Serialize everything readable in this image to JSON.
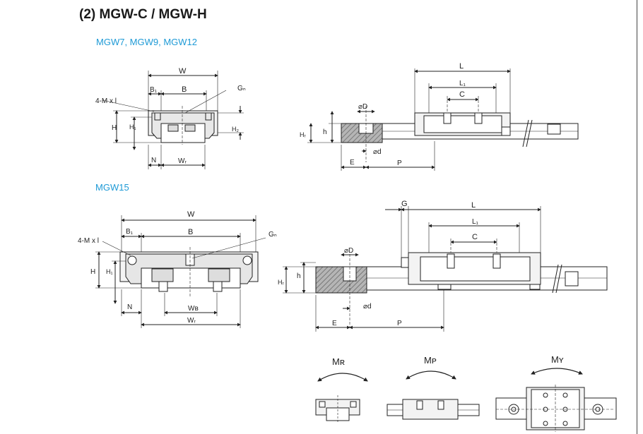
{
  "title": "(2) MGW-C / MGW-H",
  "section1": {
    "subtitle": "MGW7, MGW9, MGW12"
  },
  "section2": {
    "subtitle": "MGW15"
  },
  "dims": {
    "W": "W",
    "B": "B",
    "B1": "B₁",
    "Gn": "Gₙ",
    "mount": "4-M x l",
    "H": "H",
    "H1": "H₁",
    "H2": "H₂",
    "N": "N",
    "WR": "Wᵣ",
    "WB": "Wʙ",
    "L": "L",
    "L1": "L₁",
    "C": "C",
    "D": "⌀D",
    "d": "⌀d",
    "h": "h",
    "HR": "Hᵣ",
    "E": "E",
    "P": "P",
    "G": "G"
  },
  "moments": {
    "MR": "Mʀ",
    "MP": "Mᴘ",
    "MY": "Mʏ"
  },
  "colors": {
    "accent": "#1e9ad6",
    "line": "#222222",
    "hatch": "#555555"
  }
}
